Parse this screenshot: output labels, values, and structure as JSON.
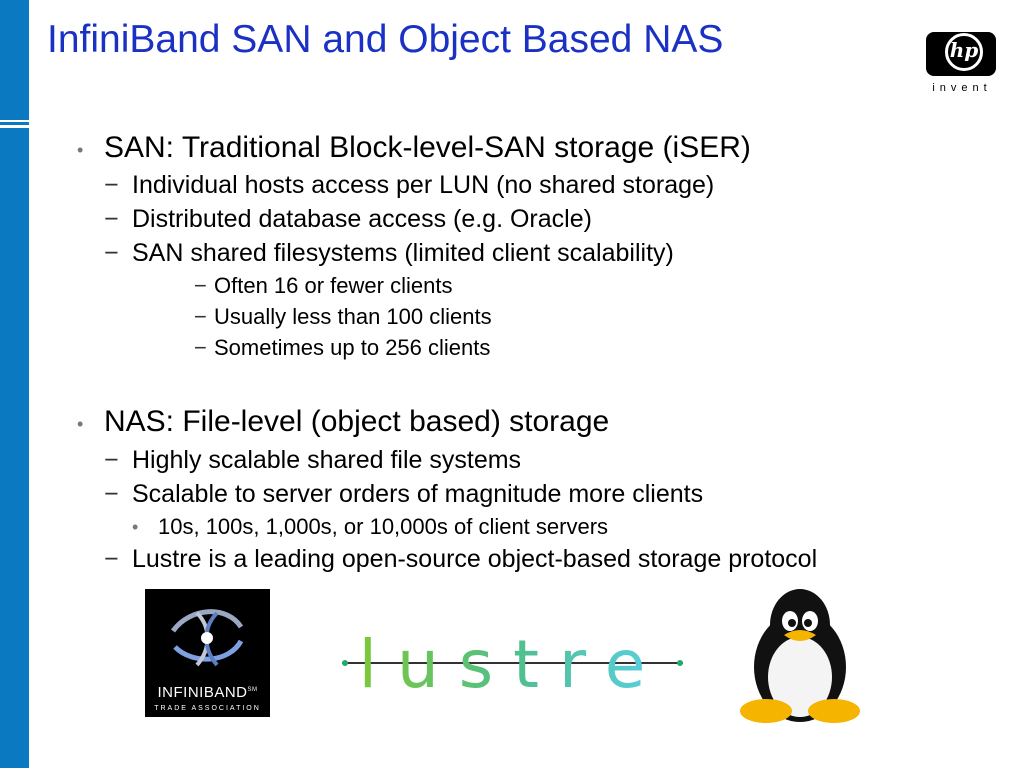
{
  "slide": {
    "title": "InfiniBand SAN and Object Based NAS",
    "colors": {
      "title": "#1a31c4",
      "side_bar": "#0a79c2"
    }
  },
  "logo": {
    "brand": "hp",
    "tagline": "invent",
    "icon": "hp-invent-logo"
  },
  "content": {
    "san": {
      "heading": "SAN: Traditional Block-level-SAN storage (iSER)",
      "items": [
        "Individual hosts access per LUN (no shared storage)",
        "Distributed database access (e.g. Oracle)",
        "SAN shared filesystems (limited client scalability)"
      ],
      "subitems": [
        "Often 16 or fewer clients",
        "Usually less than 100 clients",
        "Sometimes up to 256 clients"
      ]
    },
    "nas": {
      "heading": "NAS: File-level (object based) storage",
      "items": [
        "Highly scalable shared file systems",
        "Scalable to server orders of magnitude more clients",
        "Lustre is a leading open-source object-based storage protocol"
      ],
      "subitem": "10s, 100s, 1,000s, or 10,000s of client servers"
    }
  },
  "logos": {
    "infiniband": {
      "name": "INFINIBAND",
      "tm": "SM",
      "sub": "TRADE ASSOCIATION"
    },
    "lustre": {
      "text": "lustre"
    },
    "tux": {
      "icon": "tux-penguin-icon"
    }
  },
  "symbols": {
    "bullet": "•",
    "dash": "−"
  }
}
